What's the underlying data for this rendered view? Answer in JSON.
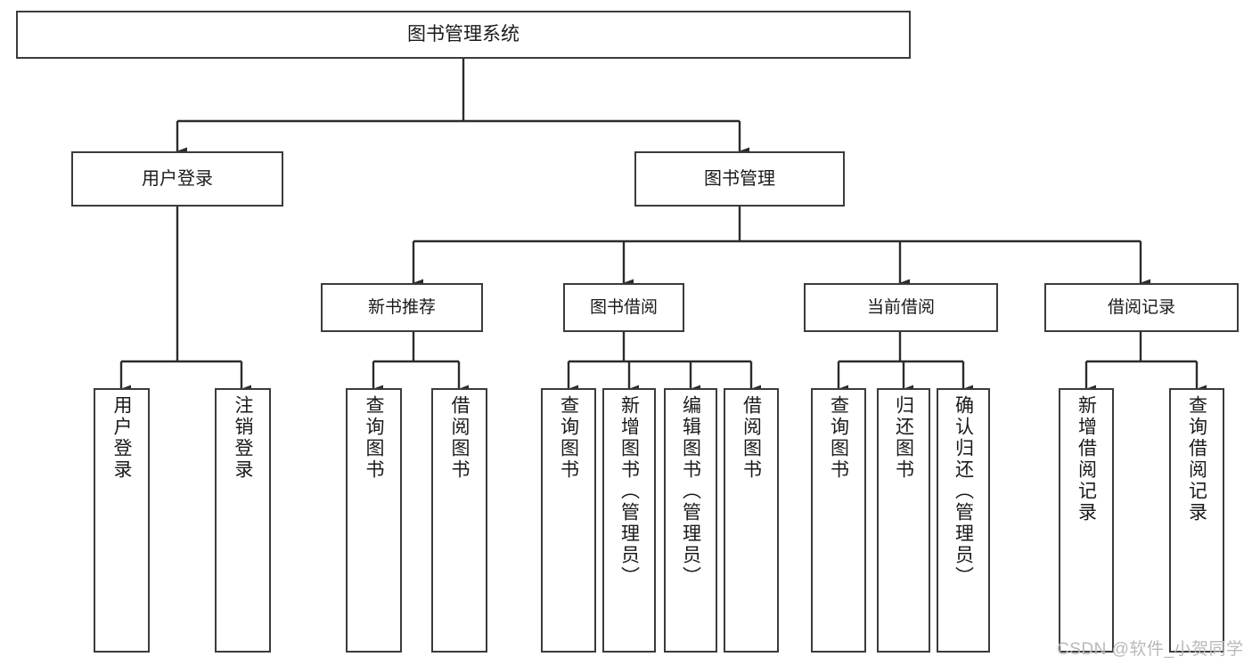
{
  "diagram": {
    "type": "tree-hierarchy",
    "title": "图书管理系统",
    "watermark": "CSDN @软件_小贺同学",
    "colors": {
      "border": "#3b3b3b",
      "background": "#ffffff",
      "text": "#1a1a1a",
      "connector": "#2b2b2b",
      "watermark": "#b9b9b9"
    },
    "nodes": {
      "root": {
        "label": "图书管理系统"
      },
      "level1": [
        {
          "label": "用户登录"
        },
        {
          "label": "图书管理"
        }
      ],
      "level2": [
        {
          "label": "新书推荐"
        },
        {
          "label": "图书借阅"
        },
        {
          "label": "当前借阅"
        },
        {
          "label": "借阅记录"
        }
      ],
      "leaves": {
        "user_login": [
          {
            "label": "用户登录"
          },
          {
            "label": "注销登录"
          }
        ],
        "new_book_recommend": [
          {
            "label": "查询图书"
          },
          {
            "label": "借阅图书"
          }
        ],
        "book_borrow": [
          {
            "label": "查询图书"
          },
          {
            "label": "新增图书（管理员）"
          },
          {
            "label": "编辑图书（管理员）"
          },
          {
            "label": "借阅图书"
          }
        ],
        "current_borrow": [
          {
            "label": "查询图书"
          },
          {
            "label": "归还图书"
          },
          {
            "label": "确认归还（管理员）"
          }
        ],
        "borrow_record": [
          {
            "label": "新增借阅记录"
          },
          {
            "label": "查询借阅记录"
          }
        ]
      }
    }
  }
}
